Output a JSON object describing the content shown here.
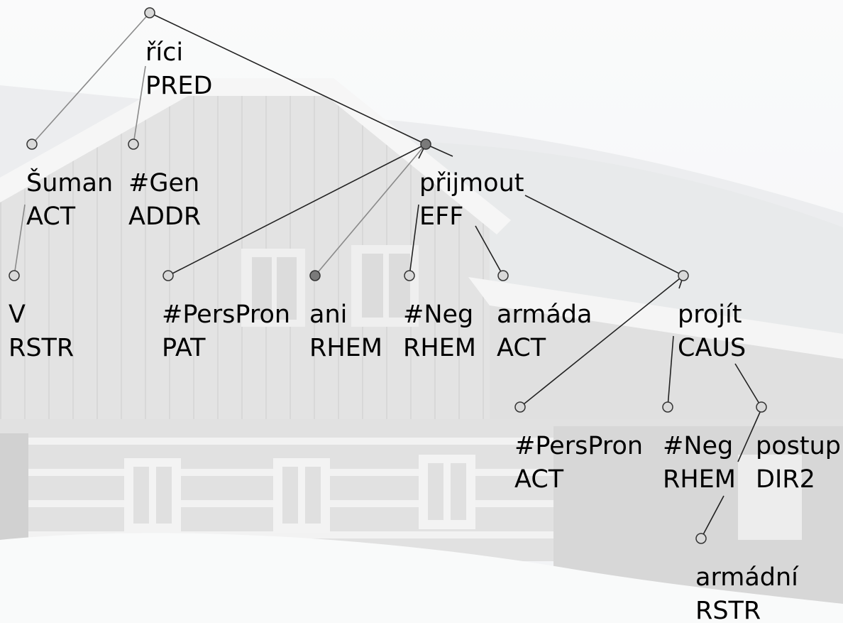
{
  "colors": {
    "edge_solid": "#222222",
    "edge_light": "#8a8a8a",
    "node_fill": "#d9d9d9",
    "node_fill_dark": "#7a7a7a",
    "node_stroke": "#333333"
  },
  "tree": {
    "nodes": [
      {
        "id": "rici",
        "lemma": "říci",
        "functor": "PRED"
      },
      {
        "id": "suman",
        "lemma": "Šuman",
        "functor": "ACT"
      },
      {
        "id": "gen",
        "lemma": "#Gen",
        "functor": "ADDR"
      },
      {
        "id": "v",
        "lemma": "V",
        "functor": "RSTR"
      },
      {
        "id": "prijmout",
        "lemma": "přijmout",
        "functor": "EFF"
      },
      {
        "id": "perspron1",
        "lemma": "#PersPron",
        "functor": "PAT"
      },
      {
        "id": "ani",
        "lemma": "ani",
        "functor": "RHEM"
      },
      {
        "id": "neg1",
        "lemma": "#Neg",
        "functor": "RHEM"
      },
      {
        "id": "armada",
        "lemma": "armáda",
        "functor": "ACT"
      },
      {
        "id": "projit",
        "lemma": "projít",
        "functor": "CAUS"
      },
      {
        "id": "perspron2",
        "lemma": "#PersPron",
        "functor": "ACT"
      },
      {
        "id": "neg2",
        "lemma": "#Neg",
        "functor": "RHEM"
      },
      {
        "id": "postup",
        "lemma": "postup",
        "functor": "DIR2"
      },
      {
        "id": "armadni",
        "lemma": "armádní",
        "functor": "RSTR"
      }
    ]
  }
}
